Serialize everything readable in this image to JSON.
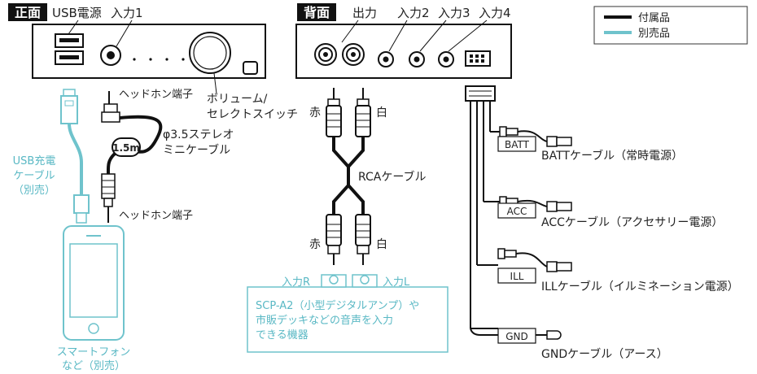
{
  "front": {
    "badge": "正面",
    "usb_label": "USB電源",
    "input1_label": "入力1",
    "headphone_top": "ヘッドホン端子",
    "volume_label_1": "ボリューム/",
    "volume_label_2": "セレクトスイッチ",
    "cable_label_1": "φ3.5ステレオ",
    "cable_label_2": "ミニケーブル",
    "cable_length": "1.5m",
    "headphone_bottom": "ヘッドホン端子",
    "usb_cable_1": "USB充電",
    "usb_cable_2": "ケーブル",
    "usb_cable_3": "（別売）",
    "phone_1": "スマートフォン",
    "phone_2": "など（別売）"
  },
  "back": {
    "badge": "背面",
    "output_label": "出力",
    "input2_label": "入力2",
    "input3_label": "入力3",
    "input4_label": "入力4",
    "red_top": "赤",
    "white_top": "白",
    "rca_label": "RCAケーブル",
    "red_bottom": "赤",
    "white_bottom": "白",
    "input_r": "入力R",
    "input_l": "入力L",
    "amp_1": "SCP-A2（小型デジタルアンプ）や",
    "amp_2": "市販デッキなどの音声を入力",
    "amp_3": "できる機器"
  },
  "legend": {
    "included": "付属品",
    "sold_separately": "別売品"
  },
  "wiring": {
    "batt_tag": "BATT",
    "batt_label": "BATTケーブル（常時電源）",
    "acc_tag": "ACC",
    "acc_label": "ACCケーブル（アクセサリー電源）",
    "ill_tag": "ILL",
    "ill_label": "ILLケーブル（イルミネーション電源）",
    "gnd_tag": "GND",
    "gnd_label": "GNDケーブル（アース）"
  },
  "colors": {
    "included": "#111111",
    "sold_separately": "#6fc3cc"
  }
}
